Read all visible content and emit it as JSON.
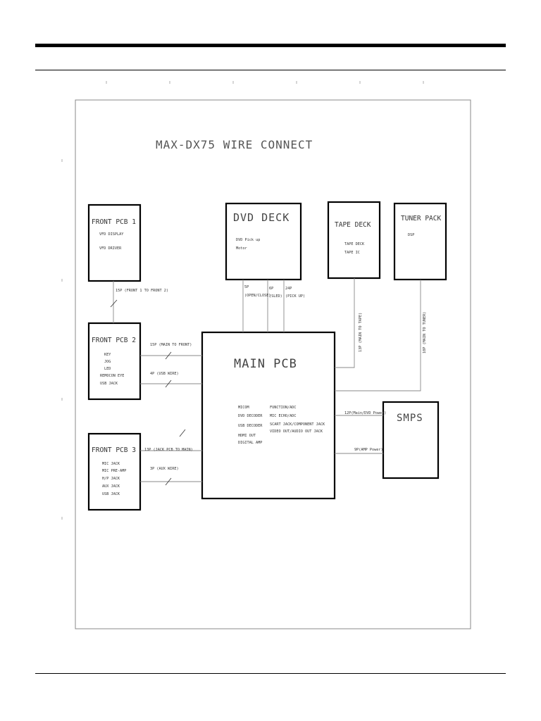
{
  "title": "MAX-DX75 WIRE CONNECT",
  "boxes": {
    "front1": {
      "title": "FRONT PCB 1",
      "items": [
        "VFD DISPLAY",
        "VFD DRIVER"
      ]
    },
    "front2": {
      "title": "FRONT PCB 2",
      "items": [
        "KEY",
        "JOG",
        "LED",
        "REMOCON EYE",
        "USB JACK"
      ]
    },
    "front3": {
      "title": "FRONT PCB 3",
      "items": [
        "MIC JACK",
        "MIC PRE-AMP",
        "H/P JACK",
        "AUX JACK",
        "USB JACK"
      ]
    },
    "dvd": {
      "title": "DVD DECK",
      "items": [
        "DVD Pick up",
        "Motor"
      ]
    },
    "tape": {
      "title": "TAPE DECK",
      "items": [
        "TAPE DECK",
        "TAPE IC"
      ]
    },
    "tuner": {
      "title": "TUNER PACK",
      "items": [
        "DSP"
      ]
    },
    "main": {
      "title": "MAIN PCB",
      "left_items": [
        "MICOM",
        "DVD DECODER",
        "USB DECODER",
        "HDMI OUT",
        "DIGITAL AMP"
      ],
      "right_items": [
        "FUNCTION/ADC",
        "MIC ECHO/ADC",
        "SCART JACK/COMPONENT JACK",
        "VIDEO OUT/AUDIO OUT JACK"
      ]
    },
    "smps": {
      "title": "SMPS"
    }
  },
  "connectors": {
    "front1_front2": "15P (FRONT 1 TO FRONT 2)",
    "main_front": "15P (MAIN TO FRONT)",
    "usb_wire": "4P (USB WIRE)",
    "jack_pcb": "13P (JACK PCB TO MAIN)",
    "aux_wire": "3P (AUX WIRE)",
    "dvd_5p": [
      "5P",
      "(OPEN/CLOSE)"
    ],
    "dvd_6p": [
      "6P",
      "(SLED)"
    ],
    "dvd_24p": [
      "24P",
      "(PICK UP)"
    ],
    "tape": "13P (MAIN TO TAPE)",
    "tuner": "10P (MAIN TO TUNER)",
    "smps_power1": "12P(Main/DVD Power)",
    "smps_power2": "9P(AMP Power)"
  }
}
